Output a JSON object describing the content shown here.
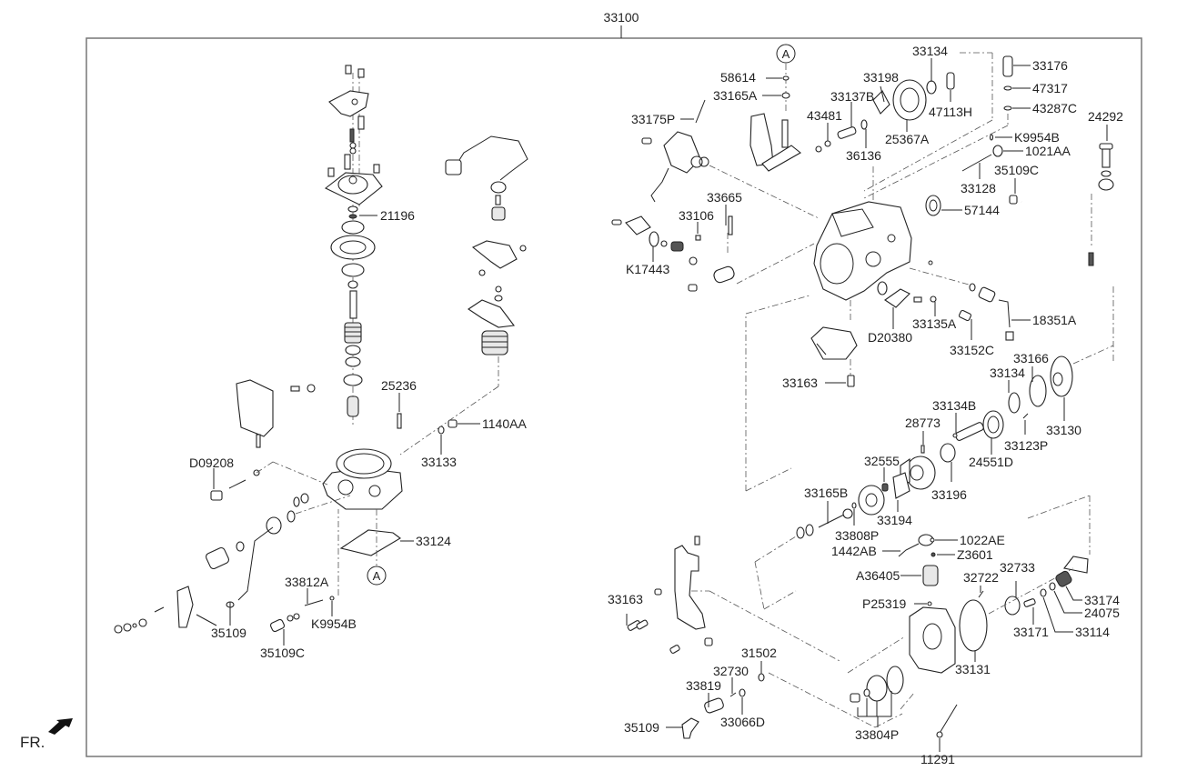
{
  "diagram": {
    "main_part": "33100",
    "orientation_label": "FR.",
    "reference_marker": "A",
    "labels": {
      "l21196": "21196",
      "l25236": "25236",
      "l1140AA": "1140AA",
      "l33133": "33133",
      "lD09208": "D09208",
      "l33124": "33124",
      "l33812A": "33812A",
      "lK9954B_left": "K9954B",
      "l35109_left": "35109",
      "l35109C_left": "35109C",
      "l58614": "58614",
      "l33165A": "33165A",
      "l33175P": "33175P",
      "l43481": "43481",
      "l33137B": "33137B",
      "l33198": "33198",
      "l36136": "36136",
      "l25367A": "25367A",
      "l33134_top": "33134",
      "l47113H": "47113H",
      "l33176": "33176",
      "l47317": "47317",
      "l43287C": "43287C",
      "l24292": "24292",
      "lK9954B_right": "K9954B",
      "l1021AA": "1021AA",
      "l35109C_right": "35109C",
      "l33128": "33128",
      "l57144": "57144",
      "l33665": "33665",
      "l33106": "33106",
      "lK17443": "K17443",
      "l18351A": "18351A",
      "l33135A": "33135A",
      "lD20380": "D20380",
      "l33152C": "33152C",
      "l33163_mid": "33163",
      "l33166": "33166",
      "l33134_mid": "33134",
      "l33130": "33130",
      "l33134B": "33134B",
      "l28773": "28773",
      "l33123P": "33123P",
      "l24551D": "24551D",
      "l32555": "32555",
      "l33196": "33196",
      "l33165B": "33165B",
      "l33194": "33194",
      "l33808P": "33808P",
      "l1022AE": "1022AE",
      "l1442AB": "1442AB",
      "lZ3601": "Z3601",
      "lA36405": "A36405",
      "l32733": "32733",
      "l32722": "32722",
      "lP25319": "P25319",
      "l33174": "33174",
      "l24075": "24075",
      "l33171": "33171",
      "l33114": "33114",
      "l33163_low": "33163",
      "l33131": "33131",
      "l31502": "31502",
      "l32730": "32730",
      "l33819": "33819",
      "l33804P": "33804P",
      "l35109_right": "35109",
      "l33066D": "33066D",
      "l11291": "11291"
    }
  },
  "colors": {
    "line": "#222222",
    "frame": "#777777",
    "background": "#ffffff"
  }
}
